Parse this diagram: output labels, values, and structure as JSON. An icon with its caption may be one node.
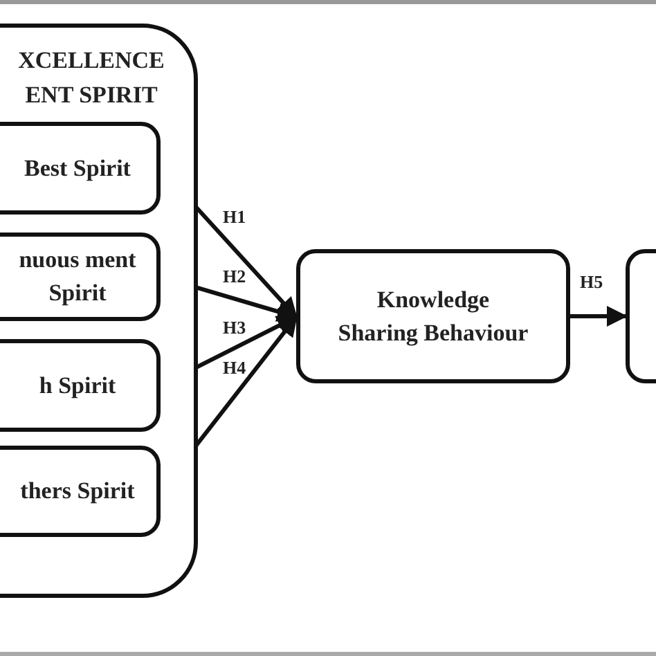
{
  "diagram": {
    "nodes": [
      {
        "text": [
          "XCELLENCE ENT SPIRIT"
        ]
      },
      {
        "text": [
          "Best Spirit"
        ],
        "in": 0
      },
      {
        "text": [
          "nuous ment Spirit"
        ],
        "in": 0
      },
      {
        "text": [
          "h Spirit"
        ],
        "in": 0
      },
      {
        "text": [
          "thers Spirit"
        ],
        "in": 0
      },
      {
        "text": [
          "Knowledge Sharing Behaviour"
        ]
      },
      {
        "text": [],
        "shape": "box"
      }
    ],
    "edges": [
      {
        "from": 1,
        "to": 5,
        "arrow": "to",
        "label": "H1"
      },
      {
        "from": 2,
        "to": 5,
        "arrow": "to",
        "label": "H2"
      },
      {
        "from": 3,
        "to": 5,
        "arrow": "to",
        "label": "H3"
      },
      {
        "from": 4,
        "to": 5,
        "arrow": "to",
        "label": "H4"
      },
      {
        "from": 5,
        "to": 6,
        "arrow": "to",
        "label": "H5"
      }
    ]
  }
}
